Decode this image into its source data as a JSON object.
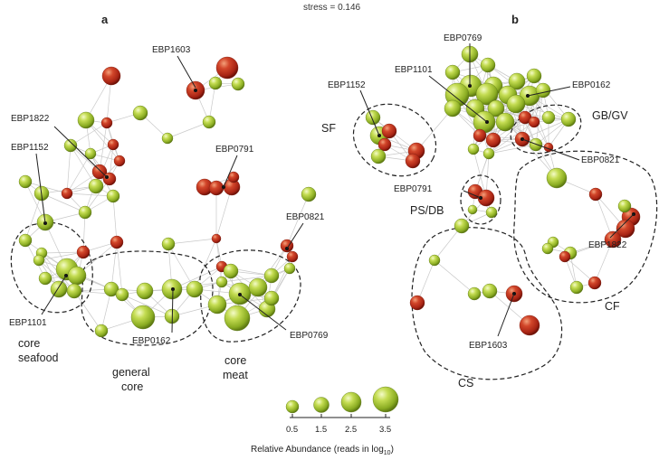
{
  "stress": "stress = 0.146",
  "panel_a": "a",
  "panel_b": "b",
  "colors": {
    "green": "#a8c83a",
    "red": "#c0392b",
    "edge": "#c9c9c9",
    "outline": "#222222"
  },
  "panel_a_callouts": [
    "EBP1603",
    "EBP1822",
    "EBP1152",
    "EBP0791",
    "EBP0821",
    "EBP1101",
    "EBP0162",
    "EBP0769"
  ],
  "panel_a_groups": {
    "seafood": [
      "core",
      "seafood"
    ],
    "general": [
      "general",
      "core"
    ],
    "meat": [
      "core",
      "meat"
    ]
  },
  "panel_b_callouts": [
    "EBP0769",
    "EBP1101",
    "EBP1152",
    "EBP0162",
    "EBP0821",
    "EBP0791",
    "EBP1822",
    "EBP1603"
  ],
  "panel_b_groups": {
    "sf": "SF",
    "gbgv": "GB/GV",
    "psdb": "PS/DB",
    "cf": "CF",
    "cs": "CS"
  },
  "legend": {
    "ticks": [
      "0.5",
      "1.5",
      "2.5",
      "3.5"
    ],
    "title": "Relative Abundance (reads in log",
    "title_sub": "10",
    "title_end": ")"
  }
}
